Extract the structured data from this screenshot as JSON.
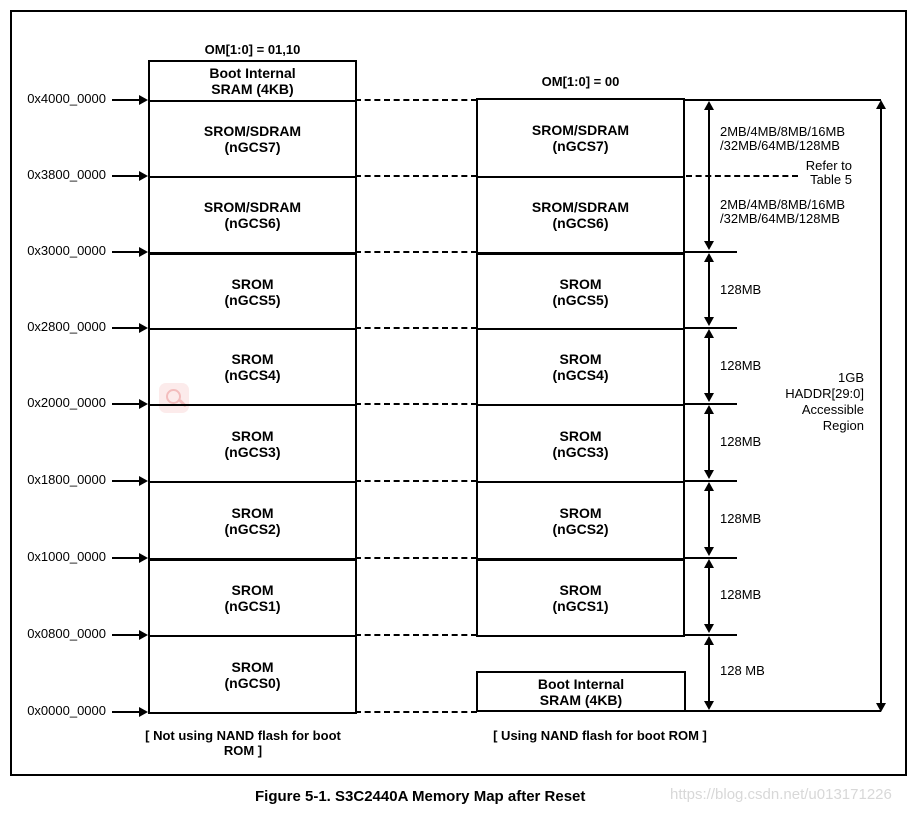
{
  "left": {
    "header": "OM[1:0] = 01,10",
    "sections": [
      {
        "line1": "Boot Internal",
        "line2": "SRAM (4KB)"
      },
      {
        "line1": "SROM/SDRAM",
        "line2": "(nGCS7)"
      },
      {
        "line1": "SROM/SDRAM",
        "line2": "(nGCS6)"
      },
      {
        "line1": "SROM",
        "line2": "(nGCS5)"
      },
      {
        "line1": "SROM",
        "line2": "(nGCS4)"
      },
      {
        "line1": "SROM",
        "line2": "(nGCS3)"
      },
      {
        "line1": "SROM",
        "line2": "(nGCS2)"
      },
      {
        "line1": "SROM",
        "line2": "(nGCS1)"
      },
      {
        "line1": "SROM",
        "line2": "(nGCS0)"
      }
    ],
    "caption": "[ Not using NAND flash for boot ROM ]"
  },
  "right": {
    "header": "OM[1:0] = 00",
    "sections": [
      {
        "line1": "SROM/SDRAM",
        "line2": "(nGCS7)"
      },
      {
        "line1": "SROM/SDRAM",
        "line2": "(nGCS6)"
      },
      {
        "line1": "SROM",
        "line2": "(nGCS5)"
      },
      {
        "line1": "SROM",
        "line2": "(nGCS4)"
      },
      {
        "line1": "SROM",
        "line2": "(nGCS3)"
      },
      {
        "line1": "SROM",
        "line2": "(nGCS2)"
      },
      {
        "line1": "SROM",
        "line2": "(nGCS1)"
      }
    ],
    "boot": {
      "line1": "Boot Internal",
      "line2": "SRAM (4KB)"
    },
    "caption": "[ Using NAND flash for boot ROM ]"
  },
  "addresses": [
    "0x4000_0000",
    "0x3800_0000",
    "0x3000_0000",
    "0x2800_0000",
    "0x2000_0000",
    "0x1800_0000",
    "0x1000_0000",
    "0x0800_0000",
    "0x0000_0000"
  ],
  "annotations": {
    "bank_top": {
      "line1": "2MB/4MB/8MB/16MB",
      "line2": "/32MB/64MB/128MB"
    },
    "refer": {
      "line1": "Refer to",
      "line2": "Table 5"
    },
    "bank_mid": {
      "line1": "2MB/4MB/8MB/16MB",
      "line2": "/32MB/64MB/128MB"
    },
    "sizes": [
      "128MB",
      "128MB",
      "128MB",
      "128MB",
      "128MB"
    ],
    "size_bottom": "128 MB",
    "region": {
      "line1": "1GB",
      "line2": "HADDR[29:0]",
      "line3": "Accessible",
      "line4": "Region"
    }
  },
  "figure": {
    "caption": "Figure 5-1. S3C2440A Memory Map after Reset"
  },
  "watermark": {
    "text": "https://blog.csdn.net/u013171226"
  },
  "colors": {
    "line": "#000000",
    "watermark": "#d8d8d8",
    "icon_bg": "#fcebeb",
    "icon_stroke": "#f3bdbd"
  }
}
